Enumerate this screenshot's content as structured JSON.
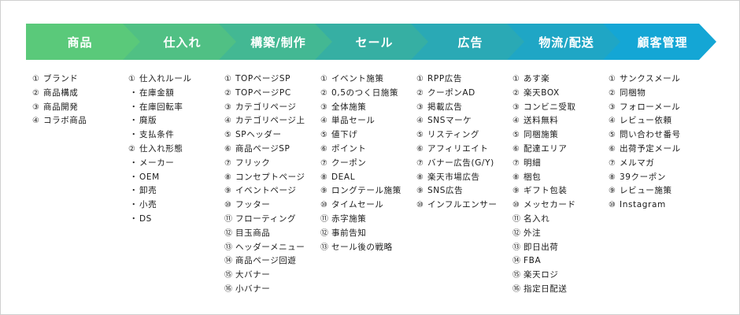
{
  "colors": {
    "stages": [
      "#5ac97a",
      "#50c084",
      "#43b893",
      "#36afa3",
      "#2aa9b5",
      "#1fa6c5",
      "#14a6d5"
    ],
    "text": "#1a1a1a",
    "border": "#cfcfcf"
  },
  "stages": [
    {
      "title": "商品",
      "items": [
        {
          "num": "①",
          "text": "ブランド"
        },
        {
          "num": "②",
          "text": "商品構成"
        },
        {
          "num": "③",
          "text": "商品開発"
        },
        {
          "num": "④",
          "text": "コラボ商品"
        }
      ]
    },
    {
      "title": "仕入れ",
      "items": [
        {
          "num": "①",
          "text": "仕入れルール"
        },
        {
          "num": "・",
          "text": "在庫金額"
        },
        {
          "num": "・",
          "text": "在庫回転率"
        },
        {
          "num": "・",
          "text": "廃版"
        },
        {
          "num": "・",
          "text": "支払条件"
        },
        {
          "num": "②",
          "text": "仕入れ形態"
        },
        {
          "num": "・",
          "text": "メーカー"
        },
        {
          "num": "・",
          "text": "OEM"
        },
        {
          "num": "・",
          "text": "卸売"
        },
        {
          "num": "・",
          "text": "小売"
        },
        {
          "num": "・",
          "text": "DS"
        }
      ]
    },
    {
      "title": "構築/制作",
      "items": [
        {
          "num": "①",
          "text": "TOPページSP"
        },
        {
          "num": "②",
          "text": "TOPページPC"
        },
        {
          "num": "③",
          "text": "カテゴリページ"
        },
        {
          "num": "④",
          "text": "カテゴリページ上"
        },
        {
          "num": "⑤",
          "text": "SPヘッダー"
        },
        {
          "num": "⑥",
          "text": "商品ページSP"
        },
        {
          "num": "⑦",
          "text": "フリック"
        },
        {
          "num": "⑧",
          "text": "コンセプトページ"
        },
        {
          "num": "⑨",
          "text": "イベントページ"
        },
        {
          "num": "⑩",
          "text": "フッター"
        },
        {
          "num": "⑪",
          "text": "フローティング"
        },
        {
          "num": "⑫",
          "text": "目玉商品"
        },
        {
          "num": "⑬",
          "text": "ヘッダーメニュー"
        },
        {
          "num": "⑭",
          "text": "商品ページ回遊"
        },
        {
          "num": "⑮",
          "text": "大バナー"
        },
        {
          "num": "⑯",
          "text": "小バナー"
        }
      ]
    },
    {
      "title": "セール",
      "items": [
        {
          "num": "①",
          "text": "イベント施策"
        },
        {
          "num": "②",
          "text": "0,5のつく日施策"
        },
        {
          "num": "③",
          "text": "全体施策"
        },
        {
          "num": "④",
          "text": "単品セール"
        },
        {
          "num": "⑤",
          "text": "値下げ"
        },
        {
          "num": "⑥",
          "text": "ポイント"
        },
        {
          "num": "⑦",
          "text": "クーポン"
        },
        {
          "num": "⑧",
          "text": "DEAL"
        },
        {
          "num": "⑨",
          "text": "ロングテール施策"
        },
        {
          "num": "⑩",
          "text": "タイムセール"
        },
        {
          "num": "⑪",
          "text": "赤字施策"
        },
        {
          "num": "⑫",
          "text": "事前告知"
        },
        {
          "num": "⑬",
          "text": "セール後の戦略"
        }
      ]
    },
    {
      "title": "広告",
      "items": [
        {
          "num": "①",
          "text": "RPP広告"
        },
        {
          "num": "②",
          "text": "クーポンAD"
        },
        {
          "num": "③",
          "text": "掲載広告"
        },
        {
          "num": "④",
          "text": "SNSマーケ"
        },
        {
          "num": "⑤",
          "text": "リスティング"
        },
        {
          "num": "⑥",
          "text": "アフィリエイト"
        },
        {
          "num": "⑦",
          "text": "バナー広告(G/Y)"
        },
        {
          "num": "⑧",
          "text": "楽天市場広告"
        },
        {
          "num": "⑨",
          "text": "SNS広告"
        },
        {
          "num": "⑩",
          "text": "インフルエンサー"
        }
      ]
    },
    {
      "title": "物流/配送",
      "items": [
        {
          "num": "①",
          "text": "あす楽"
        },
        {
          "num": "②",
          "text": "楽天BOX"
        },
        {
          "num": "③",
          "text": "コンビニ受取"
        },
        {
          "num": "④",
          "text": "送料無料"
        },
        {
          "num": "⑤",
          "text": "同梱施策"
        },
        {
          "num": "⑥",
          "text": "配達エリア"
        },
        {
          "num": "⑦",
          "text": "明細"
        },
        {
          "num": "⑧",
          "text": "梱包"
        },
        {
          "num": "⑨",
          "text": "ギフト包装"
        },
        {
          "num": "⑩",
          "text": "メッセカード"
        },
        {
          "num": "⑪",
          "text": "名入れ"
        },
        {
          "num": "⑫",
          "text": "外注"
        },
        {
          "num": "⑬",
          "text": "即日出荷"
        },
        {
          "num": "⑭",
          "text": "FBA"
        },
        {
          "num": "⑮",
          "text": "楽天ロジ"
        },
        {
          "num": "⑯",
          "text": "指定日配送"
        }
      ]
    },
    {
      "title": "顧客管理",
      "items": [
        {
          "num": "①",
          "text": "サンクスメール"
        },
        {
          "num": "②",
          "text": "同梱物"
        },
        {
          "num": "③",
          "text": "フォローメール"
        },
        {
          "num": "④",
          "text": "レビュー依頼"
        },
        {
          "num": "⑤",
          "text": "問い合わせ番号"
        },
        {
          "num": "⑥",
          "text": "出荷予定メール"
        },
        {
          "num": "⑦",
          "text": "メルマガ"
        },
        {
          "num": "⑧",
          "text": "39クーポン"
        },
        {
          "num": "⑨",
          "text": "レビュー施策"
        },
        {
          "num": "⑩",
          "text": "Instagram"
        }
      ]
    }
  ]
}
